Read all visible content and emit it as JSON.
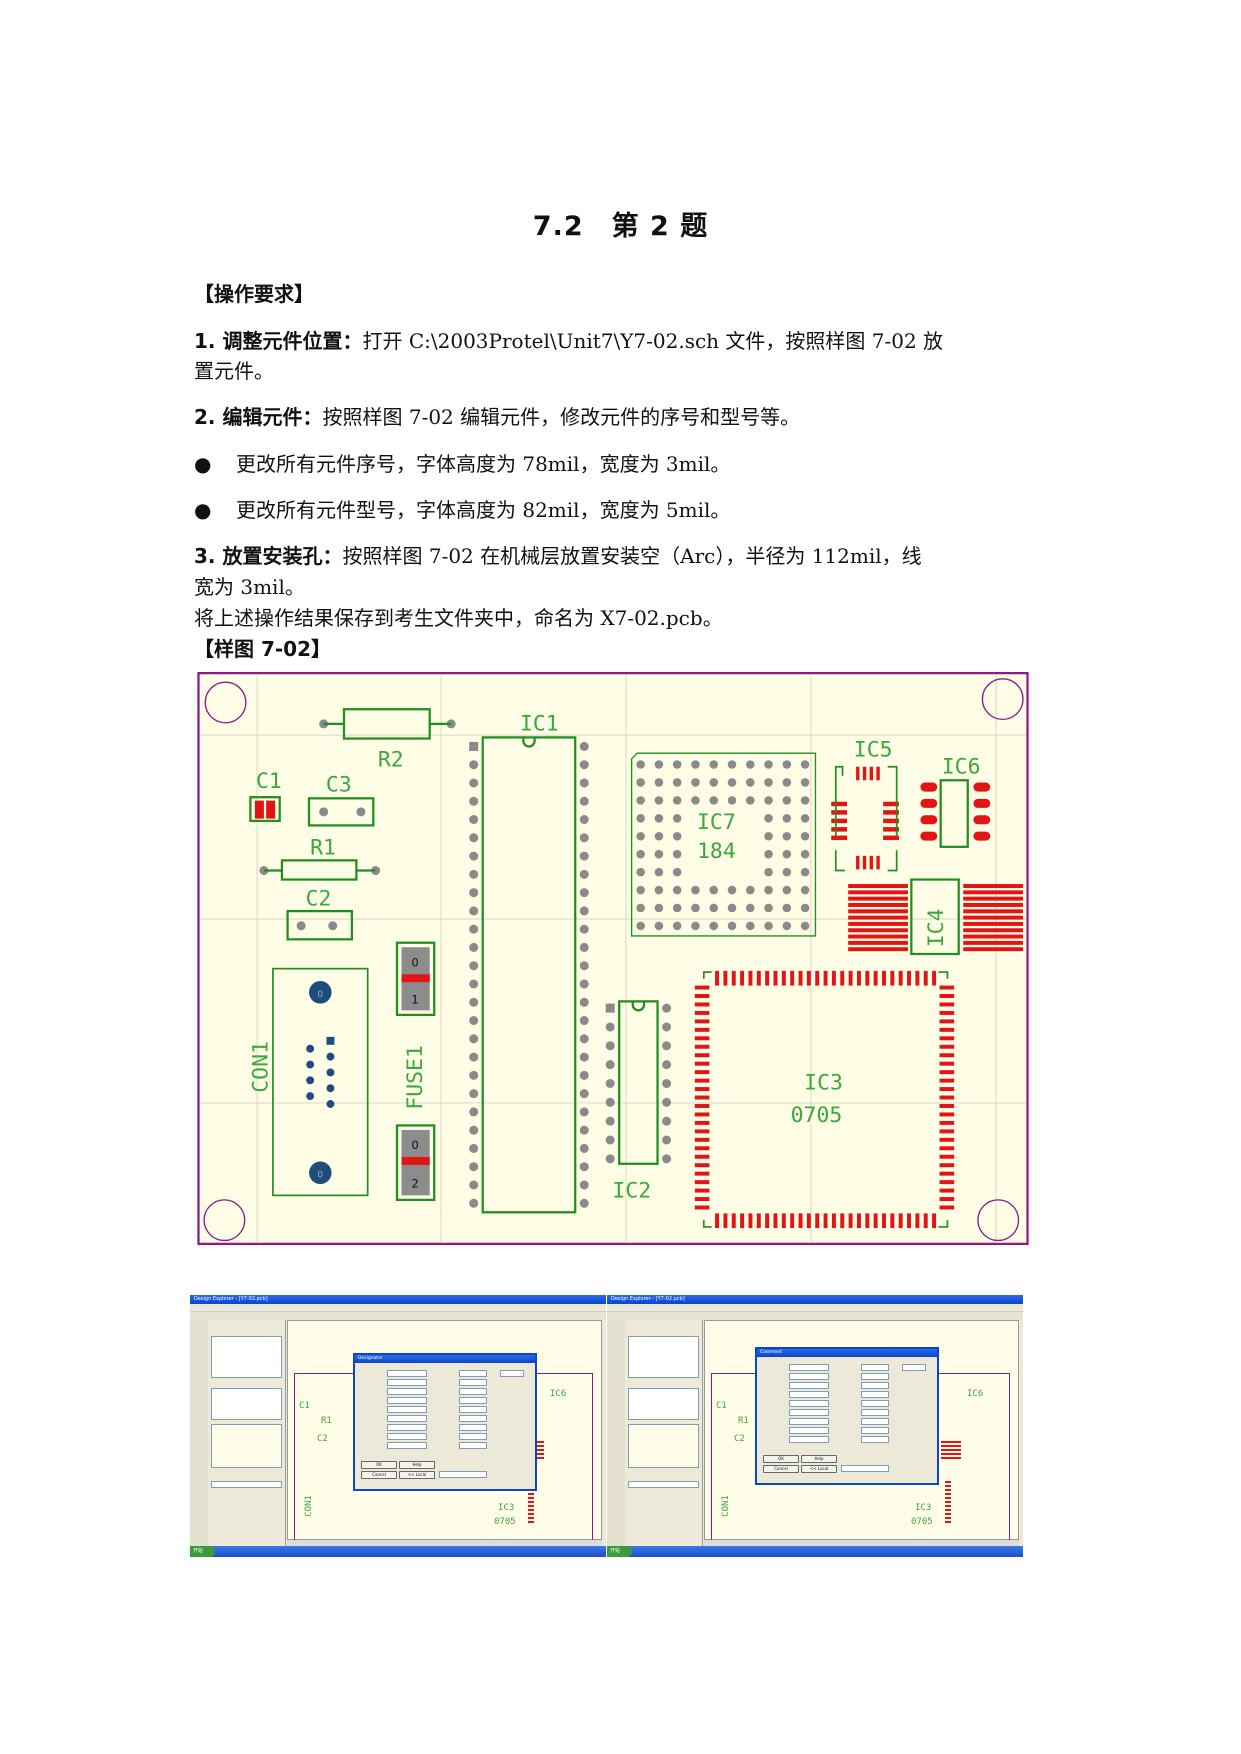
{
  "title": "7.2　第 2 题",
  "section_head": "【操作要求】",
  "item1": {
    "bold": "1. 调整元件位置：",
    "text": "打开 C:\\2003Protel\\Unit7\\Y7-02.sch 文件，按照样图 7-02 放",
    "cont": "置元件。"
  },
  "item2": {
    "bold": "2. 编辑元件：",
    "text": "按照样图 7-02 编辑元件，修改元件的序号和型号等。"
  },
  "bullets": [
    {
      "mark": "●",
      "text": "更改所有元件序号，字体高度为 78mil，宽度为 3mil。"
    },
    {
      "mark": "●",
      "text": "更改所有元件型号，字体高度为 82mil，宽度为 5mil。"
    }
  ],
  "item3": {
    "bold": "3. 放置安装孔：",
    "text": "按照样图 7-02 在机械层放置安装空（Arc），半径为 112mil，线",
    "cont": "宽为 3mil。"
  },
  "save_note": "将上述操作结果保存到考生文件夹中，命名为 X7-02.pcb。",
  "figure_head": "【样图 7-02】",
  "pcb": {
    "labels": {
      "R2": "R2",
      "IC1": "IC1",
      "C1": "C1",
      "C3": "C3",
      "R1": "R1",
      "C2": "C2",
      "CON1": "CON1",
      "FUSE1": "FUSE1",
      "IC7": "IC7",
      "IC7_value": "184",
      "IC5": "IC5",
      "IC6": "IC6",
      "IC4": "IC4",
      "IC3": "IC3",
      "IC3_value": "0705",
      "IC2": "IC2"
    },
    "fuse_top": [
      "0",
      "1"
    ],
    "fuse_bottom": [
      "0",
      "2"
    ],
    "con_pad_label": "0",
    "colors": {
      "board": "#fffde6",
      "outline": "#8a1a8a",
      "silk": "#1f8f1f",
      "label": "#3aa83a",
      "pad": "#8a8a8a",
      "smd": "#e31414",
      "con": "#1d4e7a"
    }
  },
  "screenshots": [
    {
      "window_title": "Design Explorer - [Y7-02.pcb]",
      "dialog_title": "Designator",
      "ok": "OK",
      "cancel": "Cancel",
      "help": "Help",
      "local": "<< Local",
      "start": "开始"
    },
    {
      "window_title": "Design Explorer - [Y7-02.pcb]",
      "dialog_title": "Comment",
      "ok": "OK",
      "cancel": "Cancel",
      "help": "Help",
      "local": "<< Local",
      "start": "开始"
    }
  ],
  "screenshot_board_labels": {
    "C1": "C1",
    "R1": "R1",
    "C2": "C2",
    "IC6": "IC6",
    "IC3": "IC3",
    "IC3_value": "0705",
    "CON1": "CON1"
  }
}
